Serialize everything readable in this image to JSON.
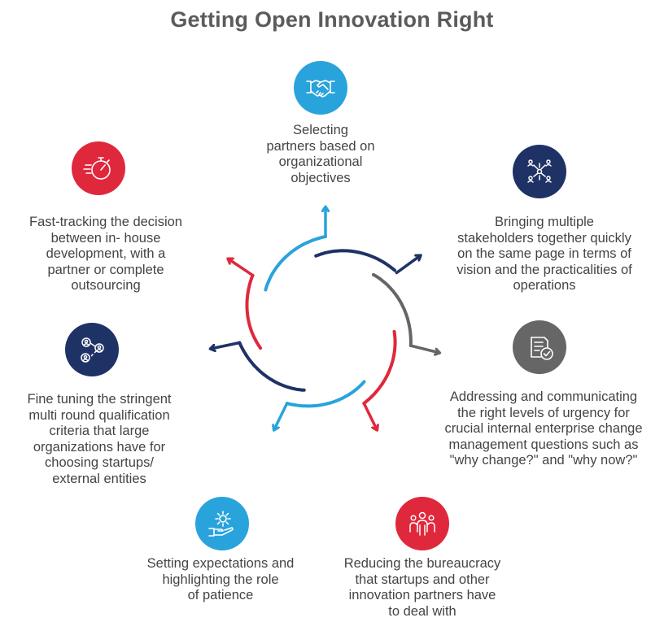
{
  "title": "Getting Open Innovation Right",
  "colors": {
    "blue": "#29a3dc",
    "navy": "#1f3266",
    "red": "#e0283c",
    "gray": "#666666",
    "title_text": "#5b5b5b",
    "label_text": "#444444"
  },
  "items": [
    {
      "key": "partners",
      "icon": "handshake-icon",
      "color": "#29a3dc",
      "label": "Selecting\npartners based on\norganizational\nobjectives"
    },
    {
      "key": "stakeholders",
      "icon": "network-people-icon",
      "color": "#1f3266",
      "label": "Bringing multiple\nstakeholders together quickly\non the same page in terms of\nvision and the practicalities of\noperations"
    },
    {
      "key": "urgency",
      "icon": "document-check-icon",
      "color": "#666666",
      "label": "Addressing and communicating\nthe right levels of urgency for\ncrucial internal enterprise change\nmanagement questions such as\n\"why change?\" and \"why now?\""
    },
    {
      "key": "bureaucracy",
      "icon": "team-icon",
      "color": "#e0283c",
      "label": "Reducing the bureaucracy\nthat startups and other\ninnovation partners have\nto deal with"
    },
    {
      "key": "patience",
      "icon": "gear-hand-icon",
      "color": "#29a3dc",
      "label": "Setting expectations and\nhighlighting the role\nof patience"
    },
    {
      "key": "qualification",
      "icon": "user-connections-icon",
      "color": "#1f3266",
      "label": "Fine tuning the stringent\nmulti round qualification\ncriteria that large\norganizations have for\nchoosing startups/\nexternal entities"
    },
    {
      "key": "fasttrack",
      "icon": "stopwatch-icon",
      "color": "#e0283c",
      "label": "Fast-tracking the decision\nbetween in- house\ndevelopment, with a\npartner or complete\noutsourcing"
    }
  ]
}
